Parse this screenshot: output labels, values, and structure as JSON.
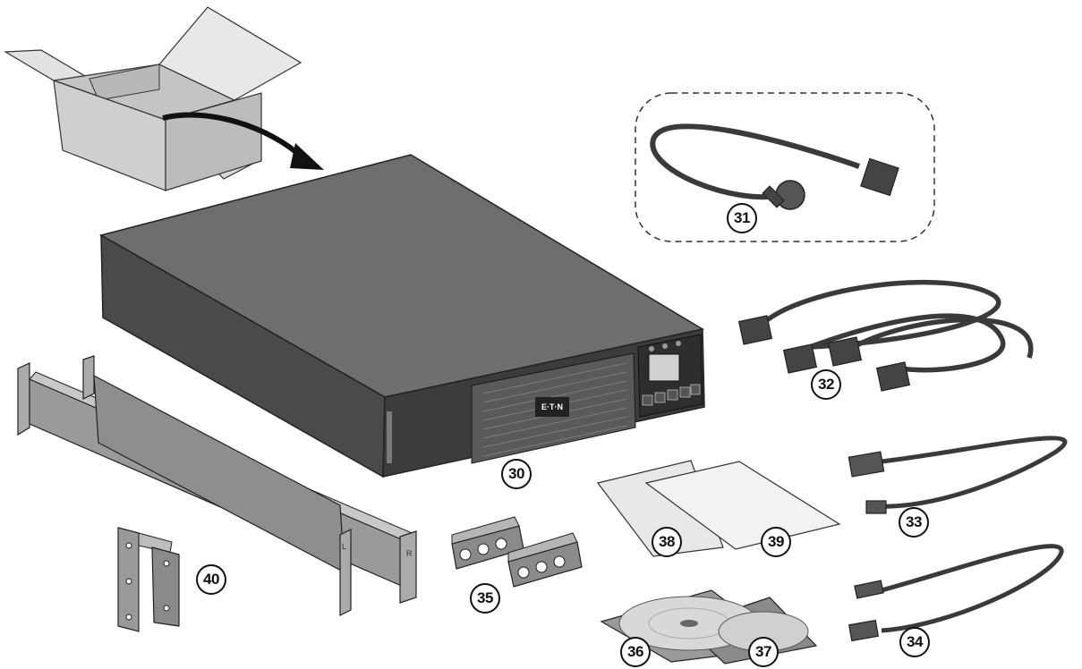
{
  "callouts": {
    "ups": "30",
    "power_cord": "31",
    "output_cords": "32",
    "serial_cable": "33",
    "usb_cable": "34",
    "cable_clamps": "35",
    "cd_one": "36",
    "cd_two": "37",
    "manual_one": "38",
    "manual_two": "39",
    "rack_kit": "40"
  },
  "labels": {
    "brand": "E·T·N",
    "rail_right": "R",
    "rail_left": "L"
  },
  "colors": {
    "ups_body": "#4a4a4a",
    "ups_top": "#6e6e6e",
    "metal": "#9a9a9a",
    "cable": "#3a3a3a",
    "box": "#d2d2d2"
  }
}
